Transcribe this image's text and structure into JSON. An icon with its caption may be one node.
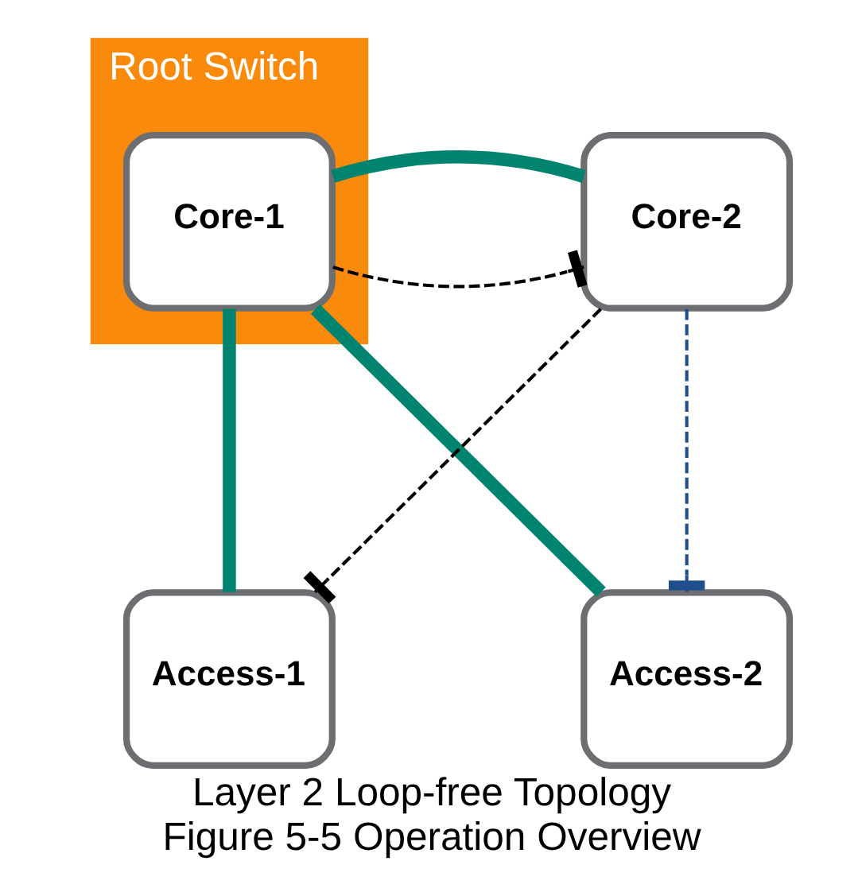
{
  "diagram": {
    "title": "Layer 2 Loop-free Topology",
    "caption": "Figure 5-5 Operation Overview",
    "nodes": [
      {
        "text": [
          "Root Switch"
        ]
      },
      {
        "text": [
          "Core-1"
        ],
        "in": 0
      },
      {
        "text": [
          "Core-2"
        ]
      },
      {
        "text": [
          "Access-1"
        ]
      },
      {
        "text": [
          "Access-2"
        ]
      }
    ],
    "edges": [
      {
        "from": 1,
        "to": 2,
        "arrow": "other",
        "style": "dashed",
        "color": "#000000"
      },
      {
        "from": 1,
        "to": 2,
        "arrow": "none",
        "style": "thick"
      },
      {
        "from": 1,
        "to": 3,
        "arrow": "none",
        "style": "thick"
      },
      {
        "from": 1,
        "to": 4,
        "arrow": "none",
        "style": "thick"
      },
      {
        "from": 2,
        "to": 3,
        "arrow": "other",
        "style": "dashed",
        "color": "#000000"
      },
      {
        "from": 2,
        "to": 4,
        "arrow": "other",
        "style": "dashed",
        "color": "#1f4e8c"
      }
    ]
  }
}
